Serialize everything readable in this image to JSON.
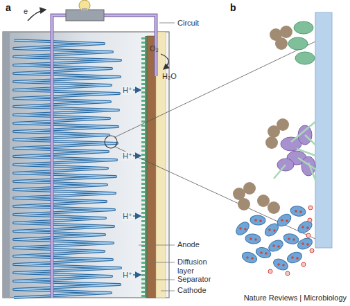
{
  "diagram": {
    "labels": [
      "a",
      "b",
      "e",
      "Circuit",
      "O₂",
      "H₂O",
      "H⁺",
      "H⁺",
      "H⁺",
      "H⁺",
      "Anode",
      "Diffusion layer",
      "Separator",
      "Cathode",
      "Nature Reviews | Microbiology"
    ]
  }
}
